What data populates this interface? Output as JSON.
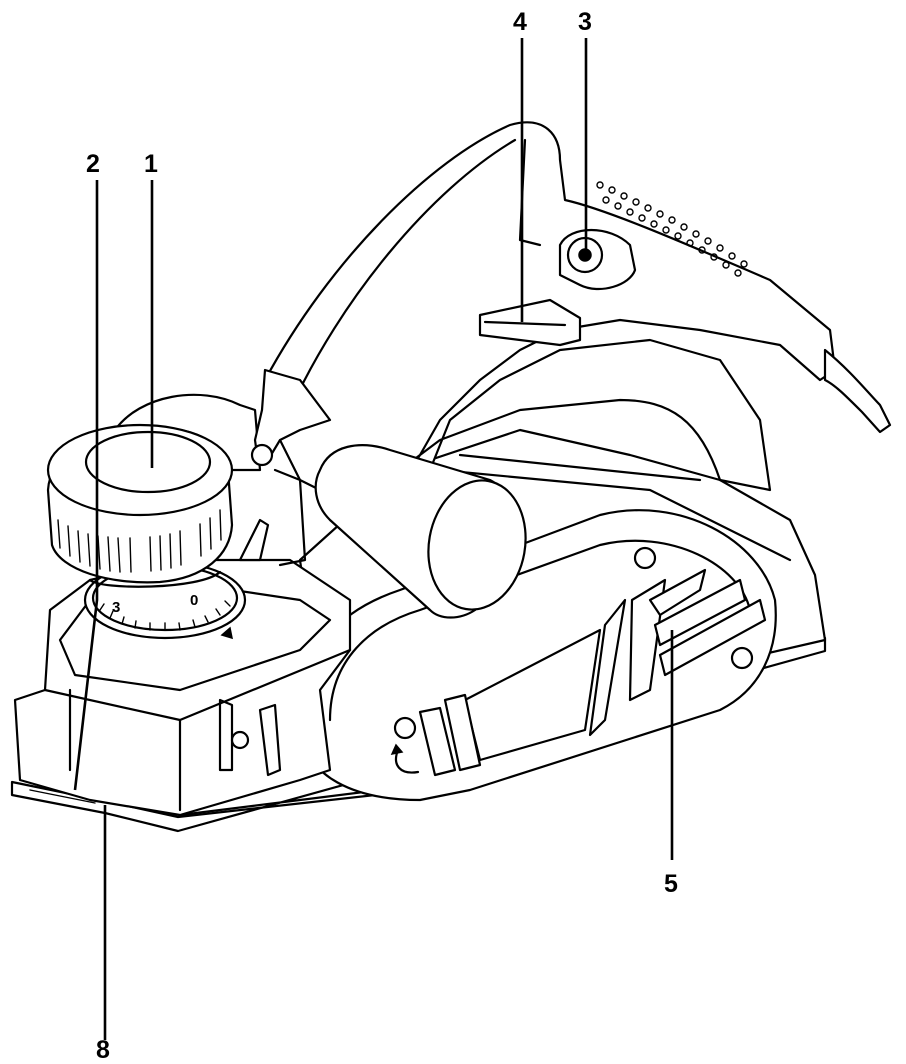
{
  "callouts": [
    {
      "id": "1",
      "label": "1"
    },
    {
      "id": "2",
      "label": "2"
    },
    {
      "id": "3",
      "label": "3"
    },
    {
      "id": "4",
      "label": "4"
    },
    {
      "id": "5",
      "label": "5"
    },
    {
      "id": "8",
      "label": "8"
    }
  ],
  "dial_scale": {
    "num_3": "3",
    "num_0": "0"
  },
  "colors": {
    "line": "#000000",
    "background": "#ffffff"
  }
}
